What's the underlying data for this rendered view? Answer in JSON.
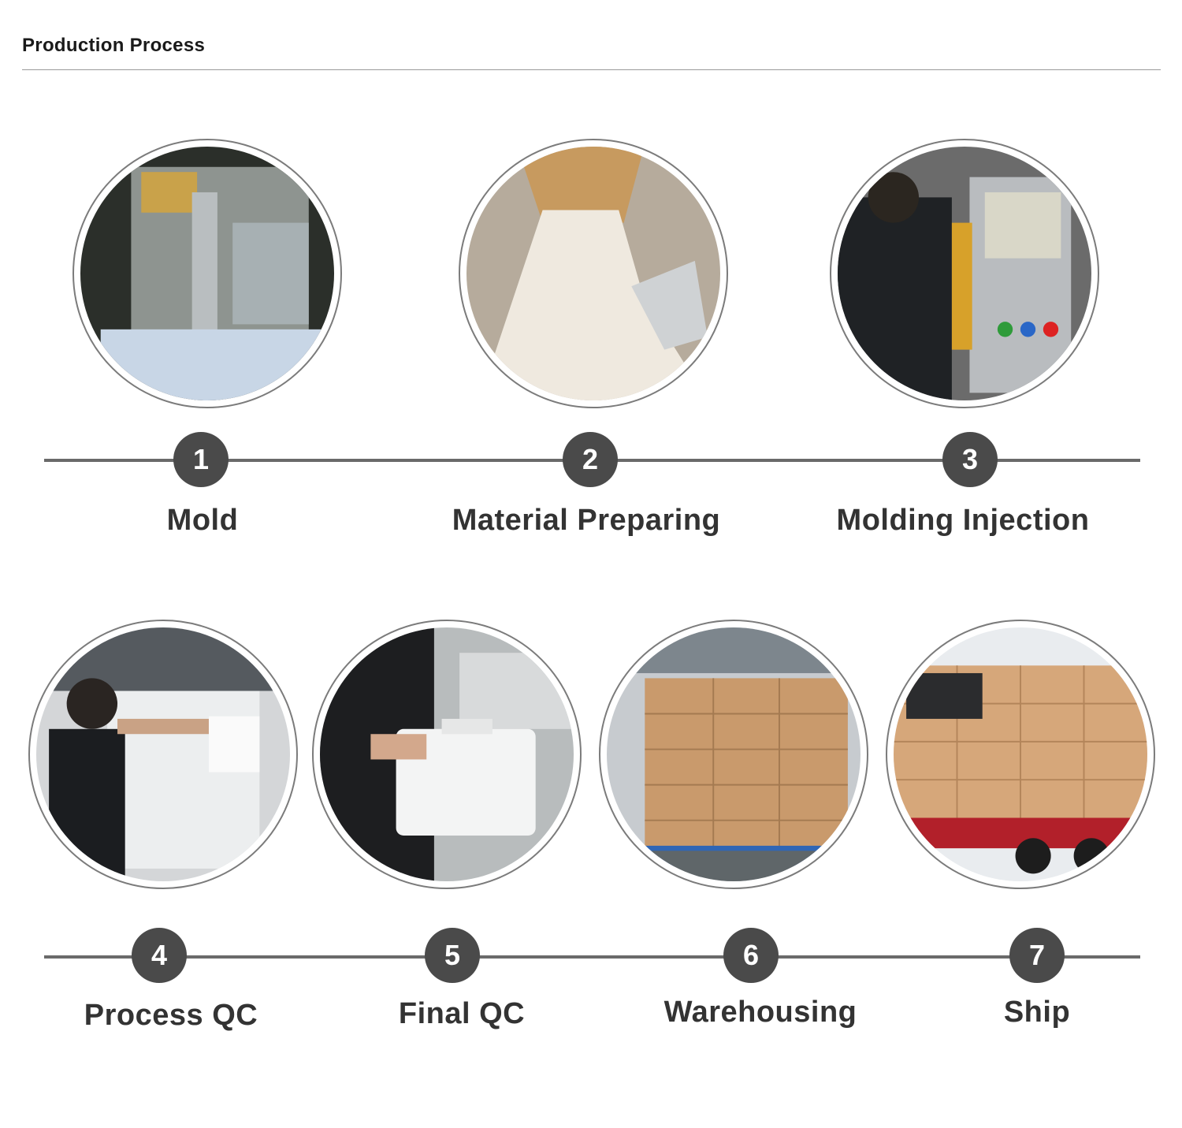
{
  "header": {
    "title": "Production Process"
  },
  "steps": [
    {
      "number": "1",
      "label": "Mold"
    },
    {
      "number": "2",
      "label": "Material Preparing"
    },
    {
      "number": "3",
      "label": "Molding Injection"
    },
    {
      "number": "4",
      "label": "Process QC"
    },
    {
      "number": "5",
      "label": "Final QC"
    },
    {
      "number": "6",
      "label": "Warehousing"
    },
    {
      "number": "7",
      "label": "Ship"
    }
  ],
  "colors": {
    "badge": "#4a4a4a",
    "line": "#6a6a6a",
    "text": "#333333"
  }
}
